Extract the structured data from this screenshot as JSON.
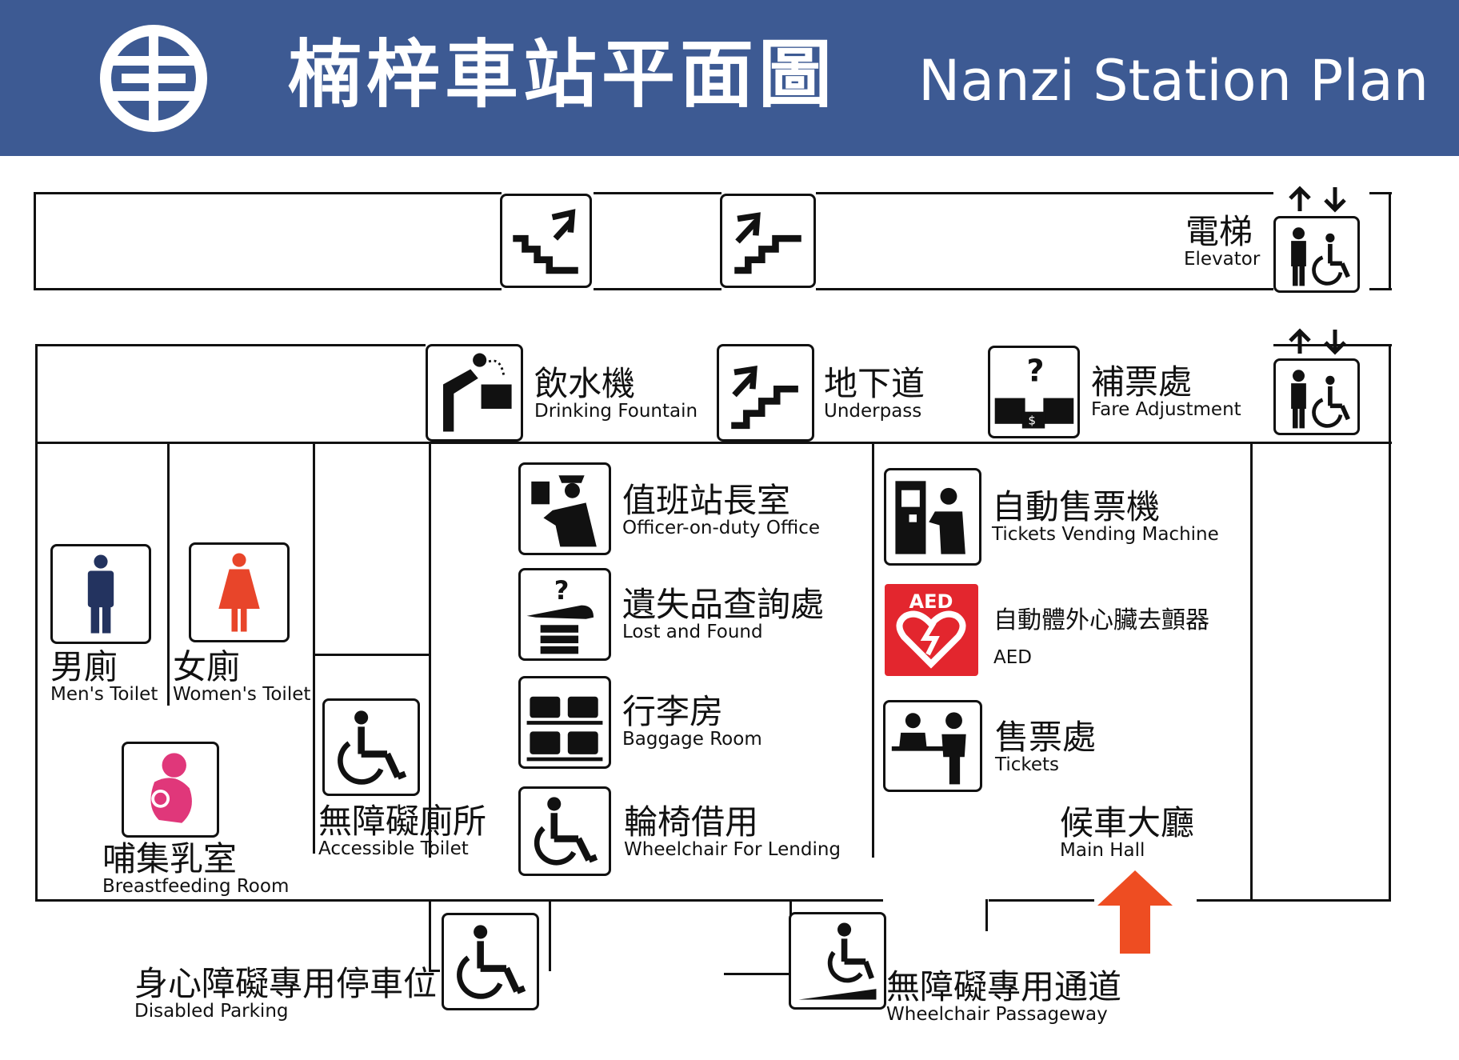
{
  "header": {
    "title_zh": "楠梓車站平面圖",
    "title_en": "Nanzi Station Plan",
    "banner_color": "#3d5a93",
    "logo_icon": "taiwan-railway-logo"
  },
  "labels": {
    "elevator": {
      "zh": "電梯",
      "en": "Elevator"
    },
    "drinking_fountain": {
      "zh": "飲水機",
      "en": "Drinking Fountain"
    },
    "underpass": {
      "zh": "地下道",
      "en": "Underpass"
    },
    "fare_adjustment": {
      "zh": "補票處",
      "en": "Fare Adjustment"
    },
    "officer_office": {
      "zh": "值班站長室",
      "en": "Officer-on-duty Office"
    },
    "lost_found": {
      "zh": "遺失品查詢處",
      "en": "Lost and Found"
    },
    "baggage_room": {
      "zh": "行李房",
      "en": "Baggage Room"
    },
    "wheelchair_lending": {
      "zh": "輪椅借用",
      "en": "Wheelchair  For Lending"
    },
    "ticket_machine": {
      "zh": "自動售票機",
      "en": "Tickets Vending Machine"
    },
    "aed": {
      "zh": "自動體外心臟去顫器",
      "en": "AED",
      "badge": "AED"
    },
    "tickets": {
      "zh": "售票處",
      "en": "Tickets"
    },
    "main_hall": {
      "zh": "候車大廳",
      "en": "Main Hall"
    },
    "mens_toilet": {
      "zh": "男廁",
      "en": "Men's Toilet"
    },
    "womens_toilet": {
      "zh": "女廁",
      "en": "Women's Toilet"
    },
    "breastfeeding": {
      "zh": "哺集乳室",
      "en": "Breastfeeding Room"
    },
    "accessible_toilet": {
      "zh": "無障礙廁所",
      "en": "Accessible Toilet"
    },
    "disabled_parking": {
      "zh": "身心障礙專用停車位",
      "en": "Disabled Parking"
    },
    "wheelchair_passageway": {
      "zh": "無障礙專用通道",
      "en": "Wheelchair Passageway"
    }
  },
  "colors": {
    "mens_icon": "#23335f",
    "womens_icon": "#e8452a",
    "breastfeeding_icon": "#e0377a",
    "aed_bg": "#e3262e",
    "you_are_here_arrow": "#ee4d22"
  },
  "icons": [
    "stairs-up-left-icon",
    "stairs-up-right-icon",
    "elevator-icon",
    "drinking-fountain-icon",
    "underpass-stairs-icon",
    "fare-adjustment-icon",
    "officer-icon",
    "lost-found-icon",
    "baggage-icon",
    "wheelchair-icon",
    "ticket-machine-icon",
    "aed-icon",
    "ticket-counter-icon",
    "mens-toilet-icon",
    "womens-toilet-icon",
    "breastfeeding-icon",
    "accessible-toilet-icon",
    "disabled-parking-icon",
    "wheelchair-ramp-icon",
    "main-hall-arrow-icon"
  ]
}
